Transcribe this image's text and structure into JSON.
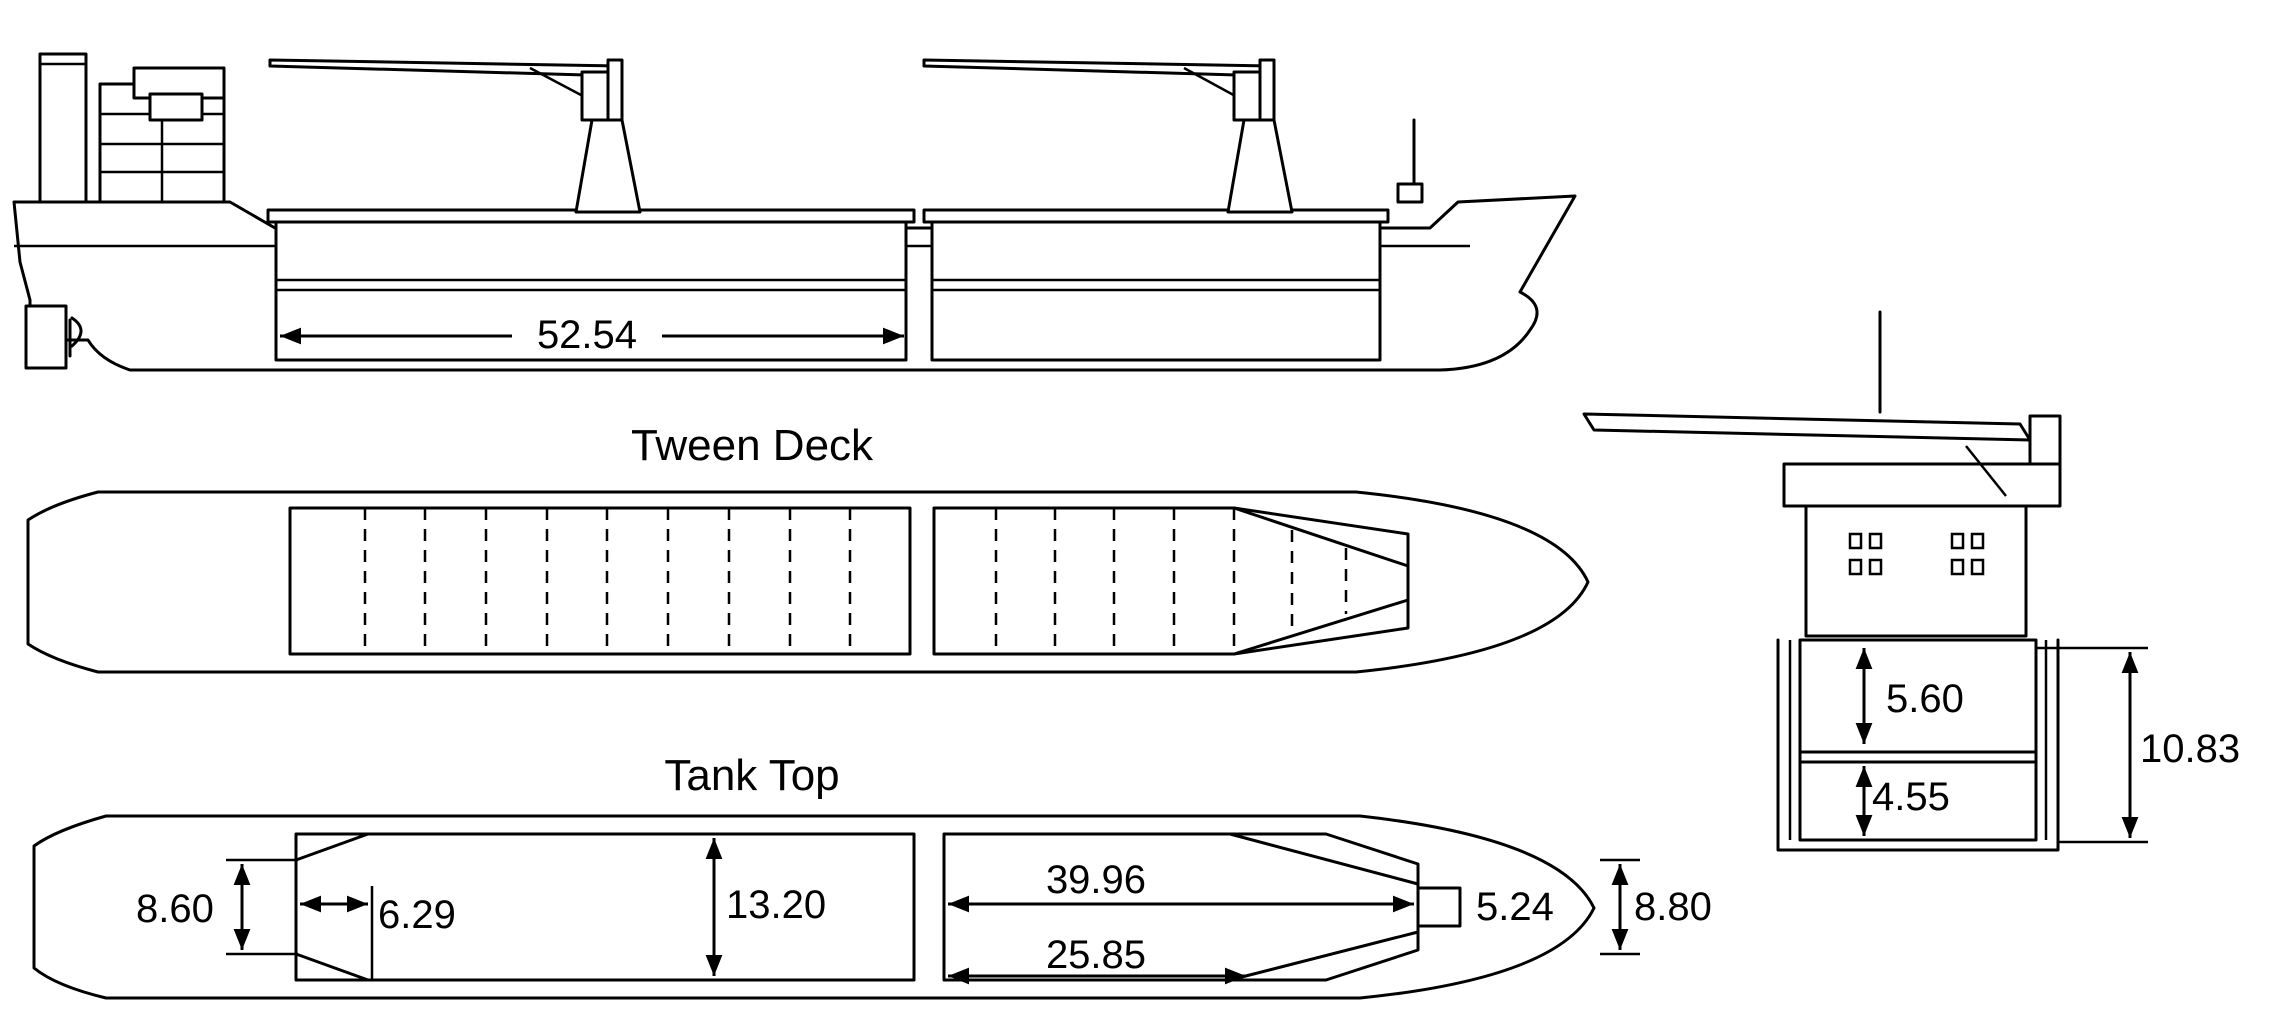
{
  "views": {
    "tween_deck_title": "Tween Deck",
    "tank_top_title": "Tank Top"
  },
  "dimensions": {
    "hold_length": "52.54",
    "hold_width_aft_end": "8.60",
    "taper_length": "6.29",
    "hold_width": "13.20",
    "hold2_length_top": "39.96",
    "hold2_length_bottom": "25.85",
    "fwd_end_taper": "5.24",
    "hold_width_fwd_end": "8.80",
    "tween_height": "5.60",
    "lower_hold_height": "4.55",
    "total_depth": "10.83"
  }
}
